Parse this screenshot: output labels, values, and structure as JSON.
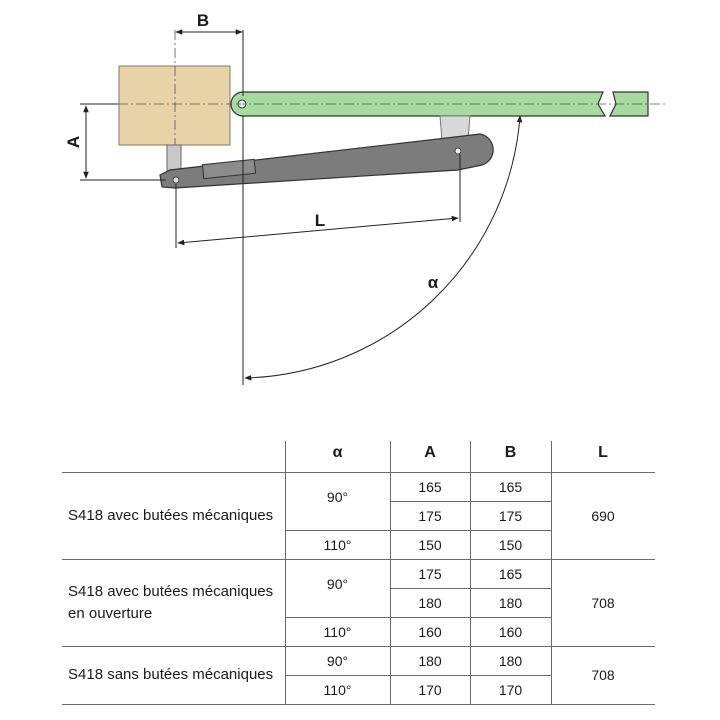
{
  "diagram": {
    "labels": {
      "b": "B",
      "a": "A",
      "l": "L",
      "alpha": "α"
    },
    "colors": {
      "post": "#e8d3a8",
      "gate_arm": "#a6dba0",
      "operator": "#7c7c7c",
      "dim_lines": "#222222"
    }
  },
  "table": {
    "headers": {
      "alpha": "α",
      "a": "A",
      "b": "B",
      "l": "L"
    },
    "groups": [
      {
        "description": [
          "S418  avec butées mécaniques"
        ],
        "l": "690",
        "angles": [
          {
            "alpha": "90°",
            "rows": [
              {
                "a": "165",
                "b": "165"
              },
              {
                "a": "175",
                "b": "175"
              }
            ]
          },
          {
            "alpha": "110°",
            "rows": [
              {
                "a": "150",
                "b": "150"
              }
            ]
          }
        ]
      },
      {
        "description": [
          "S418 avec butées mécaniques",
          "en ouverture"
        ],
        "l": "708",
        "angles": [
          {
            "alpha": "90°",
            "rows": [
              {
                "a": "175",
                "b": "165"
              },
              {
                "a": "180",
                "b": "180"
              }
            ]
          },
          {
            "alpha": "110°",
            "rows": [
              {
                "a": "160",
                "b": "160"
              }
            ]
          }
        ]
      },
      {
        "description": [
          "S418 sans butées mécaniques"
        ],
        "l": "708",
        "angles": [
          {
            "alpha": "90°",
            "rows": [
              {
                "a": "180",
                "b": "180"
              }
            ]
          },
          {
            "alpha": "110°",
            "rows": [
              {
                "a": "170",
                "b": "170"
              }
            ]
          }
        ]
      }
    ]
  }
}
